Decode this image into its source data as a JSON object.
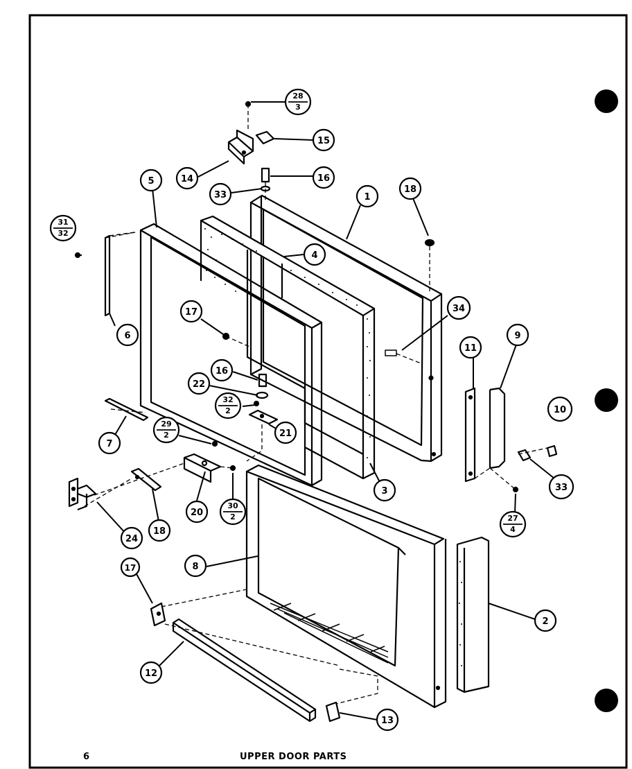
{
  "footer": {
    "page_number": "6",
    "title": "UPPER DOOR PARTS"
  },
  "callouts": [
    {
      "id": "c-28-3",
      "top": "28",
      "bottom": "3"
    },
    {
      "id": "c-15",
      "label": "15"
    },
    {
      "id": "c-14",
      "label": "14"
    },
    {
      "id": "c-16a",
      "label": "16"
    },
    {
      "id": "c-33a",
      "label": "33"
    },
    {
      "id": "c-5",
      "label": "5"
    },
    {
      "id": "c-1",
      "label": "1"
    },
    {
      "id": "c-18a",
      "label": "18"
    },
    {
      "id": "c-31-32",
      "top": "31",
      "bottom": "32"
    },
    {
      "id": "c-4",
      "label": "4"
    },
    {
      "id": "c-34",
      "label": "34"
    },
    {
      "id": "c-17",
      "label": "17"
    },
    {
      "id": "c-6",
      "label": "6"
    },
    {
      "id": "c-16b",
      "label": "16"
    },
    {
      "id": "c-22",
      "label": "22"
    },
    {
      "id": "c-32-2",
      "top": "32",
      "bottom": "2"
    },
    {
      "id": "c-11",
      "label": "11"
    },
    {
      "id": "c-9",
      "label": "9"
    },
    {
      "id": "c-10",
      "label": "10"
    },
    {
      "id": "c-7",
      "label": "7"
    },
    {
      "id": "c-29-2",
      "top": "29",
      "bottom": "2"
    },
    {
      "id": "c-21",
      "label": "21"
    },
    {
      "id": "c-3",
      "label": "3"
    },
    {
      "id": "c-33b",
      "label": "33"
    },
    {
      "id": "c-20",
      "label": "20"
    },
    {
      "id": "c-30-2",
      "top": "30",
      "bottom": "2"
    },
    {
      "id": "c-27-4",
      "top": "27",
      "bottom": "4"
    },
    {
      "id": "c-24",
      "label": "24"
    },
    {
      "id": "c-18b",
      "label": "18"
    },
    {
      "id": "c-8",
      "label": "8"
    },
    {
      "id": "c-2",
      "label": "2"
    },
    {
      "id": "c-12",
      "label": "12"
    },
    {
      "id": "c-13",
      "label": "13"
    },
    {
      "id": "c-17b",
      "label": "17"
    }
  ]
}
